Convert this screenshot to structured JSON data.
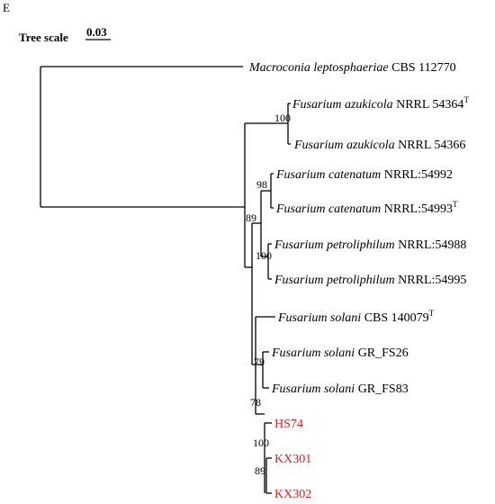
{
  "panel_letter": "E",
  "tree_scale": {
    "label": "Tree scale",
    "value": "0.03"
  },
  "colors": {
    "default_text": "#000000",
    "highlight": "#e8191e"
  },
  "leaves": [
    {
      "genus_species": "Macroconia leptosphaeriae",
      "strain": "CBS 112770",
      "type": false,
      "highlight": false
    },
    {
      "genus_species": "Fusarium azukicola",
      "strain": "NRRL 54364",
      "type": true,
      "type_mark": "T",
      "highlight": false
    },
    {
      "genus_species": "Fusarium azukicola",
      "strain": "NRRL 54366",
      "type": false,
      "highlight": false
    },
    {
      "genus_species": "Fusarium catenatum",
      "strain": "NRRL:54992",
      "type": false,
      "highlight": false
    },
    {
      "genus_species": "Fusarium catenatum",
      "strain": "NRRL:54993",
      "type": true,
      "type_mark": "T",
      "highlight": false
    },
    {
      "genus_species": "Fusarium petroliphilum",
      "strain": "NRRL:54988",
      "type": false,
      "highlight": false
    },
    {
      "genus_species": "Fusarium petroliphilum",
      "strain": "NRRL:54995",
      "type": false,
      "highlight": false
    },
    {
      "genus_species": "Fusarium solani",
      "strain": "CBS 140079",
      "type": true,
      "type_mark": "T",
      "highlight": false
    },
    {
      "genus_species": "Fusarium solani",
      "strain": "GR_FS26",
      "type": false,
      "highlight": false
    },
    {
      "genus_species": "Fusarium solani",
      "strain": "GR_FS83",
      "type": false,
      "highlight": false
    },
    {
      "genus_species": "",
      "strain": "HS74",
      "type": false,
      "highlight": true
    },
    {
      "genus_species": "",
      "strain": "KX301",
      "type": false,
      "highlight": true
    },
    {
      "genus_species": "",
      "strain": "KX302",
      "type": false,
      "highlight": true
    }
  ],
  "supports": {
    "azukicola": "100",
    "catenatum": "98",
    "catenatum_petroliphilum": "89",
    "petroliphilum": "100",
    "solani_inner": "79",
    "solani_clade": "78",
    "isolates": "100",
    "kx": "89"
  }
}
